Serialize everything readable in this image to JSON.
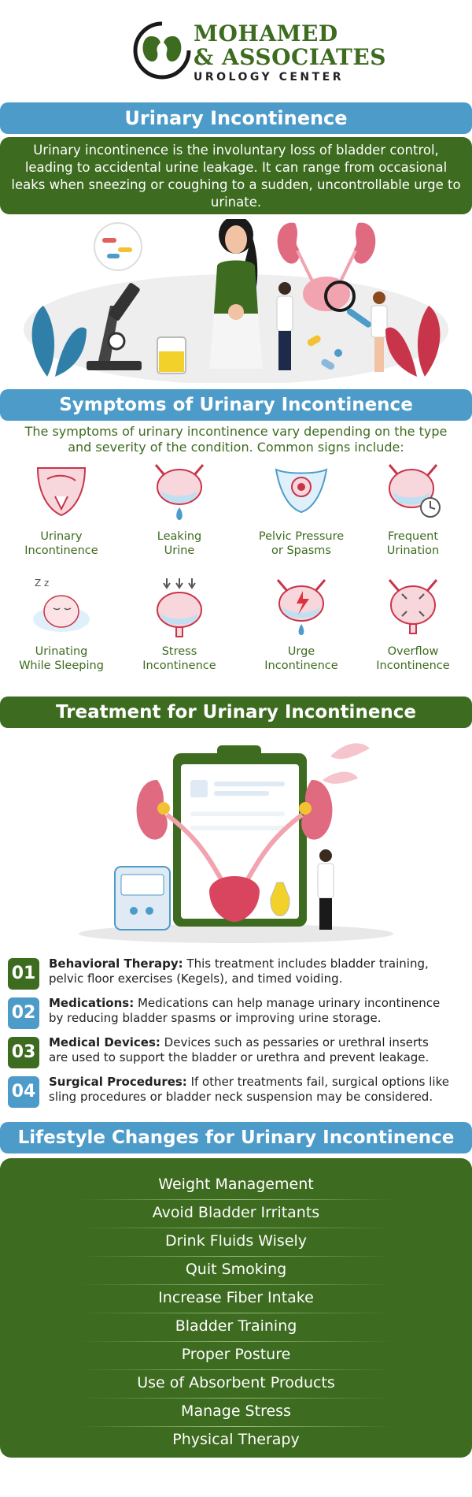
{
  "header": {
    "logo_line1": "MOHAMED",
    "logo_line2": "& ASSOCIATES",
    "logo_line3": "UROLOGY CENTER",
    "logo_icon": "kidney-logo-icon"
  },
  "intro": {
    "title": "Urinary Incontinence",
    "text": "Urinary incontinence is the involuntary loss of bladder control, leading to accidental urine leakage. It can range from occasional leaks when sneezing or coughing to a sudden, uncontrollable urge to urinate."
  },
  "symptoms": {
    "title": "Symptoms of Urinary Incontinence",
    "intro": "The symptoms of urinary incontinence vary depending on the type and severity of the condition. Common signs include:",
    "items": [
      {
        "label1": "Urinary",
        "label2": "Incontinence",
        "icon": "pelvis-icon"
      },
      {
        "label1": "Leaking",
        "label2": "Urine",
        "icon": "bladder-drop-icon"
      },
      {
        "label1": "Pelvic Pressure",
        "label2": "or Spasms",
        "icon": "pelvic-icon"
      },
      {
        "label1": "Frequent",
        "label2": "Urination",
        "icon": "bladder-clock-icon"
      },
      {
        "label1": "Urinating",
        "label2": "While Sleeping",
        "icon": "sleeping-icon"
      },
      {
        "label1": "Stress",
        "label2": "Incontinence",
        "icon": "bladder-pressure-icon"
      },
      {
        "label1": "Urge",
        "label2": "Incontinence",
        "icon": "bladder-urge-icon"
      },
      {
        "label1": "Overflow",
        "label2": "Incontinence",
        "icon": "bladder-overflow-icon"
      }
    ]
  },
  "treatment": {
    "title": "Treatment for Urinary Incontinence",
    "items": [
      {
        "num": "01",
        "heading": "Behavioral Therapy:",
        "text": " This treatment includes bladder training, pelvic floor exercises (Kegels), and timed voiding."
      },
      {
        "num": "02",
        "heading": "Medications:",
        "text": " Medications can help manage urinary incontinence by reducing bladder spasms or improving urine storage."
      },
      {
        "num": "03",
        "heading": "Medical Devices:",
        "text": " Devices such as pessaries or urethral inserts are used to support the bladder or urethra and prevent leakage."
      },
      {
        "num": "04",
        "heading": "Surgical Procedures:",
        "text": " If other treatments fail, surgical options like sling procedures or bladder neck suspension may be considered."
      }
    ]
  },
  "lifestyle": {
    "title": "Lifestyle Changes for Urinary Incontinence",
    "items": [
      "Weight Management",
      "Avoid Bladder Irritants",
      "Drink Fluids Wisely",
      "Quit Smoking",
      "Increase Fiber Intake",
      "Bladder Training",
      "Proper Posture",
      "Use of Absorbent Products",
      "Manage Stress",
      "Physical Therapy"
    ]
  },
  "colors": {
    "green": "#3d6b1f",
    "blue": "#4d9bc9",
    "pink": "#e5858f"
  }
}
